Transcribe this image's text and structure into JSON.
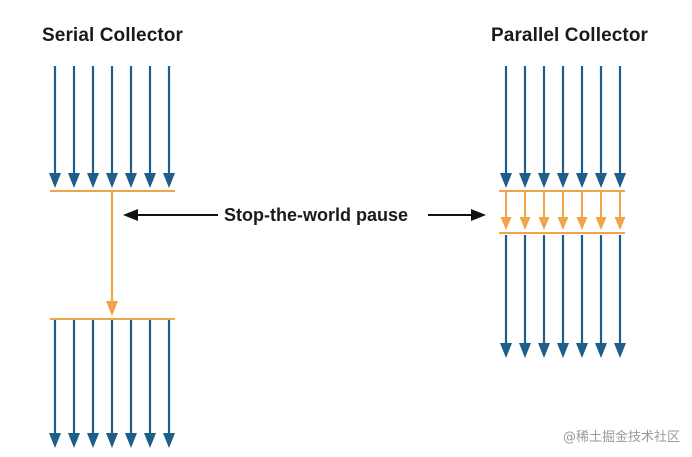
{
  "diagram": {
    "serial_title": "Serial Collector",
    "parallel_title": "Parallel Collector",
    "pause_label": "Stop-the-world pause",
    "watermark": "@稀土掘金技术社区",
    "colors": {
      "thread": "#1f5d8a",
      "gc": "#f0a54a",
      "pointer": "#111111",
      "text": "#1a1a1a"
    }
  }
}
